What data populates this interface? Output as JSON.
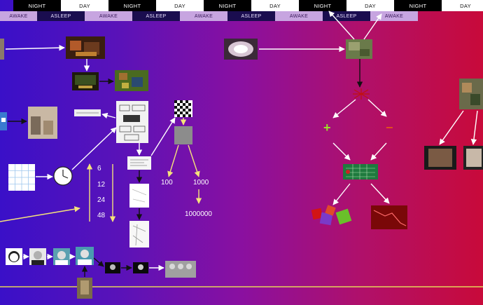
{
  "colors": {
    "arrow_white": "#ffffff",
    "arrow_yellow": "#f5e37a",
    "arrow_black": "#111111",
    "baseline": "#e6d35a",
    "plus": "#9be02a",
    "minus": "#e0501e",
    "night_bg": "#000000",
    "day_bg": "#ffffff",
    "asleep_bg": "#1a0d4f",
    "awake_bg": "#c7a5e0"
  },
  "timeline": {
    "top": [
      "NIGHT",
      "DAY",
      "NIGHT",
      "DAY",
      "NIGHT",
      "DAY",
      "NIGHT",
      "DAY",
      "NIGHT",
      "DAY"
    ],
    "bottom": [
      "AWAKE",
      "ASLEEP",
      "AWAKE",
      "ASLEEP",
      "AWAKE",
      "ASLEEP",
      "AWAKE",
      "ASLEEP",
      "AWAKE"
    ]
  },
  "numbers_column": [
    "6",
    "12",
    "24",
    "48"
  ],
  "branch_labels": {
    "left_a": "100",
    "left_b": "1000",
    "left_c": "1000000"
  },
  "signs": {
    "plus": "+",
    "minus": "−"
  },
  "images": [
    {
      "name": "thumb-face-edge",
      "icon": "photo"
    },
    {
      "name": "thumb-game-scene",
      "icon": "photo"
    },
    {
      "name": "thumb-game-small",
      "icon": "photo"
    },
    {
      "name": "thumb-game-map",
      "icon": "photo"
    },
    {
      "name": "thumb-robot-edge",
      "icon": "photo"
    },
    {
      "name": "thumb-room-3d",
      "icon": "photo"
    },
    {
      "name": "thumb-text-strip",
      "icon": "photo"
    },
    {
      "name": "thumb-flowchart-doc",
      "icon": "photo"
    },
    {
      "name": "thumb-grid-paper",
      "icon": "photo"
    },
    {
      "name": "clock-icon",
      "icon": "clock"
    },
    {
      "name": "thumb-checkerboard",
      "icon": "checkerboard"
    },
    {
      "name": "thumb-gray-square",
      "icon": "square"
    },
    {
      "name": "thumb-doc-small",
      "icon": "photo"
    },
    {
      "name": "thumb-doc-sketch",
      "icon": "photo"
    },
    {
      "name": "thumb-doc-lineart",
      "icon": "photo"
    },
    {
      "name": "thumb-brain-glow",
      "icon": "photo"
    },
    {
      "name": "thumb-nature-scene",
      "icon": "photo"
    },
    {
      "name": "thumb-spider-node",
      "icon": "spider"
    },
    {
      "name": "thumb-roulette-table",
      "icon": "photo"
    },
    {
      "name": "thumb-dice",
      "icon": "dice"
    },
    {
      "name": "thumb-red-chart",
      "icon": "photo"
    },
    {
      "name": "thumb-art-edge",
      "icon": "photo"
    },
    {
      "name": "thumb-portrait-a",
      "icon": "photo"
    },
    {
      "name": "thumb-portrait-b",
      "icon": "photo"
    },
    {
      "name": "thumb-face-1",
      "icon": "face"
    },
    {
      "name": "thumb-face-2",
      "icon": "face"
    },
    {
      "name": "thumb-face-3",
      "icon": "face"
    },
    {
      "name": "thumb-face-4",
      "icon": "face"
    },
    {
      "name": "thumb-figure-dark-1",
      "icon": "photo"
    },
    {
      "name": "thumb-figure-dark-2",
      "icon": "photo"
    },
    {
      "name": "thumb-group-photo",
      "icon": "photo"
    },
    {
      "name": "thumb-person-small",
      "icon": "photo"
    }
  ]
}
